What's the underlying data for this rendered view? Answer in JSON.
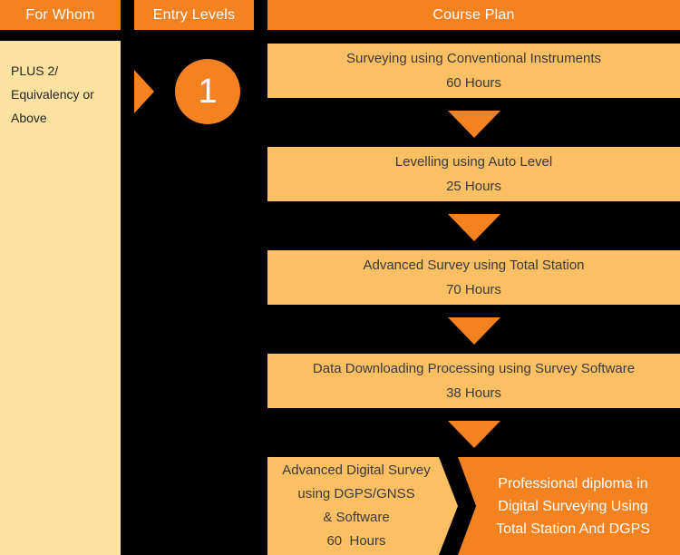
{
  "headers": {
    "for_whom": "For Whom",
    "entry_levels": "Entry Levels",
    "course_plan": "Course Plan"
  },
  "for_whom": {
    "line1": "PLUS 2/",
    "line2": "Equivalency or",
    "line3": "Above"
  },
  "entry_level": {
    "marker_icon": "right-triangle-icon",
    "number": "1"
  },
  "course_plan": {
    "steps": [
      {
        "title": "Surveying using Conventional Instruments",
        "hours": "60 Hours"
      },
      {
        "title": "Levelling using Auto Level",
        "hours": "25 Hours"
      },
      {
        "title": "Advanced Survey using Total Station",
        "hours": "70 Hours"
      },
      {
        "title": "Data Downloading Processing using Survey Software",
        "hours": "38  Hours"
      }
    ],
    "connector_icon": "down-triangle-icon",
    "final_module": {
      "line1": "Advanced Digital Survey",
      "line2": "using DGPS/GNSS",
      "line3": "& Software",
      "line4": "60  Hours"
    },
    "outcome": {
      "line1": "Professional diploma in",
      "line2": "Digital Surveying Using",
      "line3": "Total Station And DGPS"
    }
  },
  "colors": {
    "accent_orange": "#F58220",
    "light_orange": "#FCBF64",
    "cream": "#FBE2A0",
    "background": "#000000",
    "dark_text": "#3A3A3A"
  }
}
